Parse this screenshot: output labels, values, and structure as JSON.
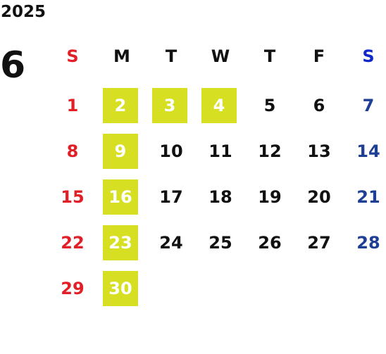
{
  "calendar": {
    "year": "2025",
    "month": "6",
    "weekdays": [
      "S",
      "M",
      "T",
      "W",
      "T",
      "F",
      "S"
    ],
    "days": [
      [
        "1",
        "2",
        "3",
        "4",
        "5",
        "6",
        "7"
      ],
      [
        "8",
        "9",
        "10",
        "11",
        "12",
        "13",
        "14"
      ],
      [
        "15",
        "16",
        "17",
        "18",
        "19",
        "20",
        "21"
      ],
      [
        "22",
        "23",
        "24",
        "25",
        "26",
        "27",
        "28"
      ],
      [
        "29",
        "30",
        "",
        "",
        "",
        "",
        ""
      ]
    ],
    "highlighted_days": [
      "2",
      "3",
      "4",
      "9",
      "16",
      "23",
      "30"
    ],
    "colors": {
      "highlight": "#d6df22",
      "sunday": "#e21f26",
      "saturday": "#1f3f94",
      "saturday_header": "#1028c8",
      "text": "#111111"
    }
  }
}
